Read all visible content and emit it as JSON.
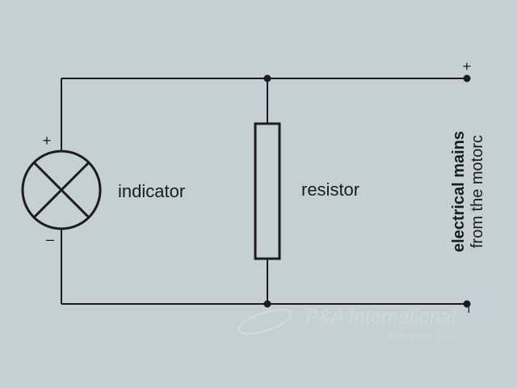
{
  "labels": {
    "indicator": "indicator",
    "resistor": "resistor",
    "mains_line1": "electrical mains",
    "mains_line2": "from the motorc",
    "lamp_plus": "+",
    "lamp_minus": "–",
    "terminal_plus": "+",
    "terminal_minus": "–"
  },
  "watermark": {
    "line1": "P&A International",
    "line2": "Pehmeier Col"
  },
  "colors": {
    "background": "#c5cfd6",
    "ink": "#1c1c1c"
  }
}
